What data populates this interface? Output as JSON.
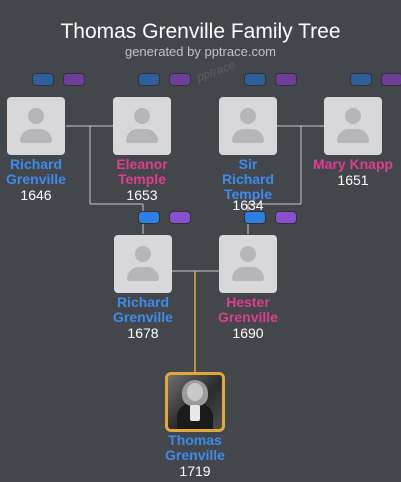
{
  "header": {
    "title": "Thomas Grenville Family Tree",
    "subtitle": "generated by pptrace.com",
    "watermark": "pptrace"
  },
  "colors": {
    "background": "#43464b",
    "male": "#3d8bea",
    "female": "#de3e8e",
    "connector": "#c9cbcf",
    "focus_line": "#e0a93a"
  },
  "people": {
    "richard_1646": {
      "name_line1": "Richard",
      "name_line2": "Grenville",
      "name_line3": "",
      "year": "1646",
      "sex": "male"
    },
    "eleanor_1653": {
      "name_line1": "Eleanor",
      "name_line2": "Temple",
      "name_line3": "",
      "year": "1653",
      "sex": "female"
    },
    "sir_richard_1634": {
      "name_line1": "Sir",
      "name_line2": "Richard",
      "name_line3": "Temple",
      "year": "1634",
      "sex": "male"
    },
    "mary_1651": {
      "name_line1": "Mary Knapp",
      "name_line2": "",
      "name_line3": "",
      "year": "1651",
      "sex": "female"
    },
    "richard_1678": {
      "name_line1": "Richard",
      "name_line2": "Grenville",
      "name_line3": "",
      "year": "1678",
      "sex": "male"
    },
    "hester_1690": {
      "name_line1": "Hester",
      "name_line2": "Grenville",
      "name_line3": "",
      "year": "1690",
      "sex": "female"
    },
    "thomas_1719": {
      "name_line1": "Thomas",
      "name_line2": "Grenville",
      "name_line3": "",
      "year": "1719",
      "sex": "male"
    }
  },
  "icons": {
    "placeholder": "person-silhouette-icon",
    "expand_father": "expand-father-button",
    "expand_mother": "expand-mother-button"
  }
}
